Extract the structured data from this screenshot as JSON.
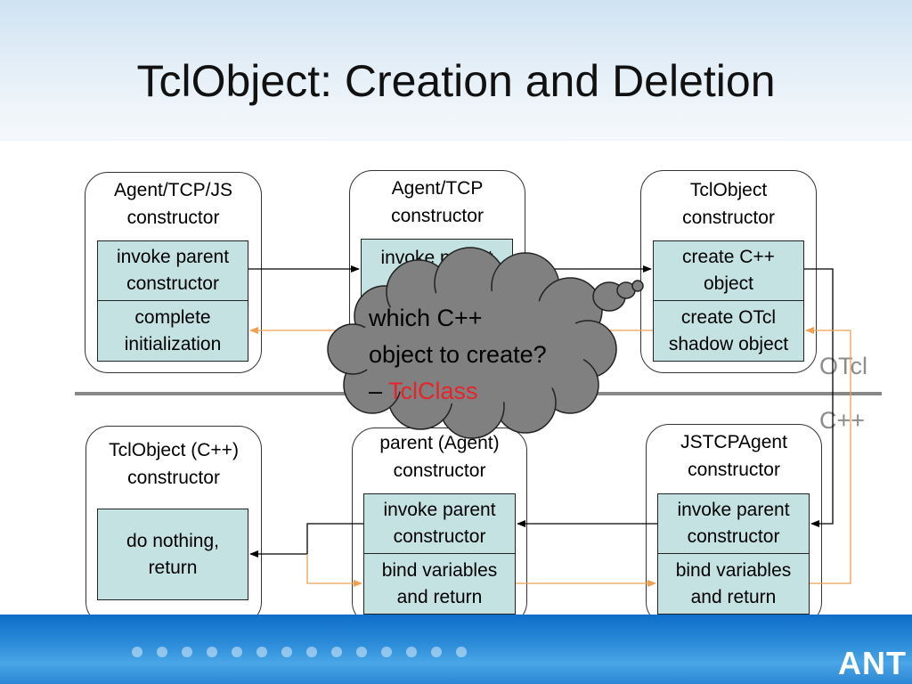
{
  "slide": {
    "title": "TclObject: Creation and Deletion"
  },
  "layers": {
    "otcl": "OTcl",
    "cpp": "C++"
  },
  "boxes": {
    "jsjs": {
      "title": "Agent/TCP/JS\nconstructor",
      "cell1": "invoke parent\nconstructor",
      "cell2": "complete\ninitialization"
    },
    "tcp": {
      "title": "Agent/TCP\nconstructor",
      "cell1": "invoke parent",
      "cell2": ""
    },
    "tclobj": {
      "title": "TclObject\nconstructor",
      "cell1": "create C++\nobject",
      "cell2": "create OTcl\nshadow object"
    },
    "tclcpp": {
      "title": "TclObject (C++)\nconstructor",
      "cell1": "do nothing,\nreturn"
    },
    "agent": {
      "title": "parent (Agent)\nconstructor",
      "cell1": "invoke parent\nconstructor",
      "cell2": "bind variables\nand return"
    },
    "jstcp": {
      "title": "JSTCPAgent\nconstructor",
      "cell1": "invoke parent\nconstructor",
      "cell2": "bind variables\nand return"
    }
  },
  "callout": {
    "line1": "which C++",
    "line2": "object to create?",
    "prefix": "– ",
    "highlight": "TclClass"
  },
  "footer": {
    "logo": "ANT"
  },
  "colors": {
    "cell": "#c4e2e2",
    "return_arrow": "#f0a050",
    "highlight": "#e8232a",
    "cloud": "#808080"
  }
}
